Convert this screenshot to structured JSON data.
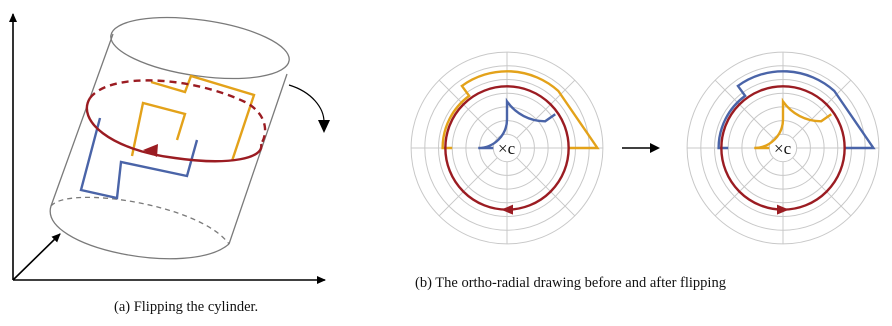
{
  "captions": {
    "left": "(a) Flipping the cylinder.",
    "right": "(b) The ortho-radial drawing before and after flipping"
  },
  "labels": {
    "center_before": "×c",
    "center_after": "×c"
  },
  "colors": {
    "blue": "#4a64a8",
    "orange": "#e3a21a",
    "red": "#9b1c22",
    "grid": "#c8c8c8",
    "cylinder": "#7a7a7a",
    "axis": "#000000"
  }
}
